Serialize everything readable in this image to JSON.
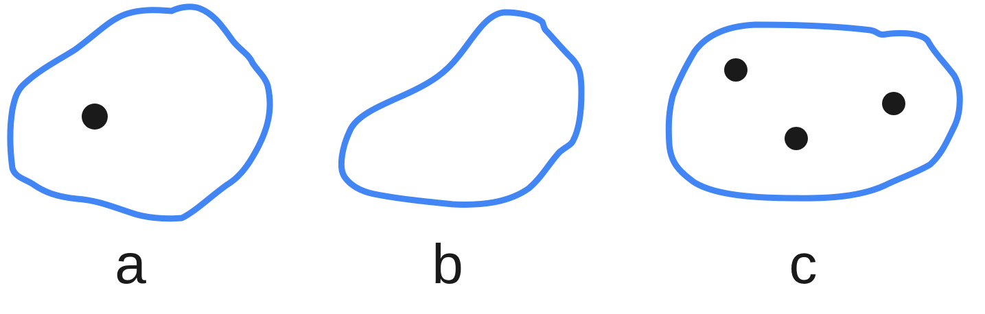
{
  "colors": {
    "outline": "#4285f4",
    "dot": "#1a1a1a",
    "label": "#1a1a1a",
    "background": "#ffffff"
  },
  "shapes": [
    {
      "label": "a",
      "dot_count": 1
    },
    {
      "label": "b",
      "dot_count": 0
    },
    {
      "label": "c",
      "dot_count": 3
    }
  ]
}
